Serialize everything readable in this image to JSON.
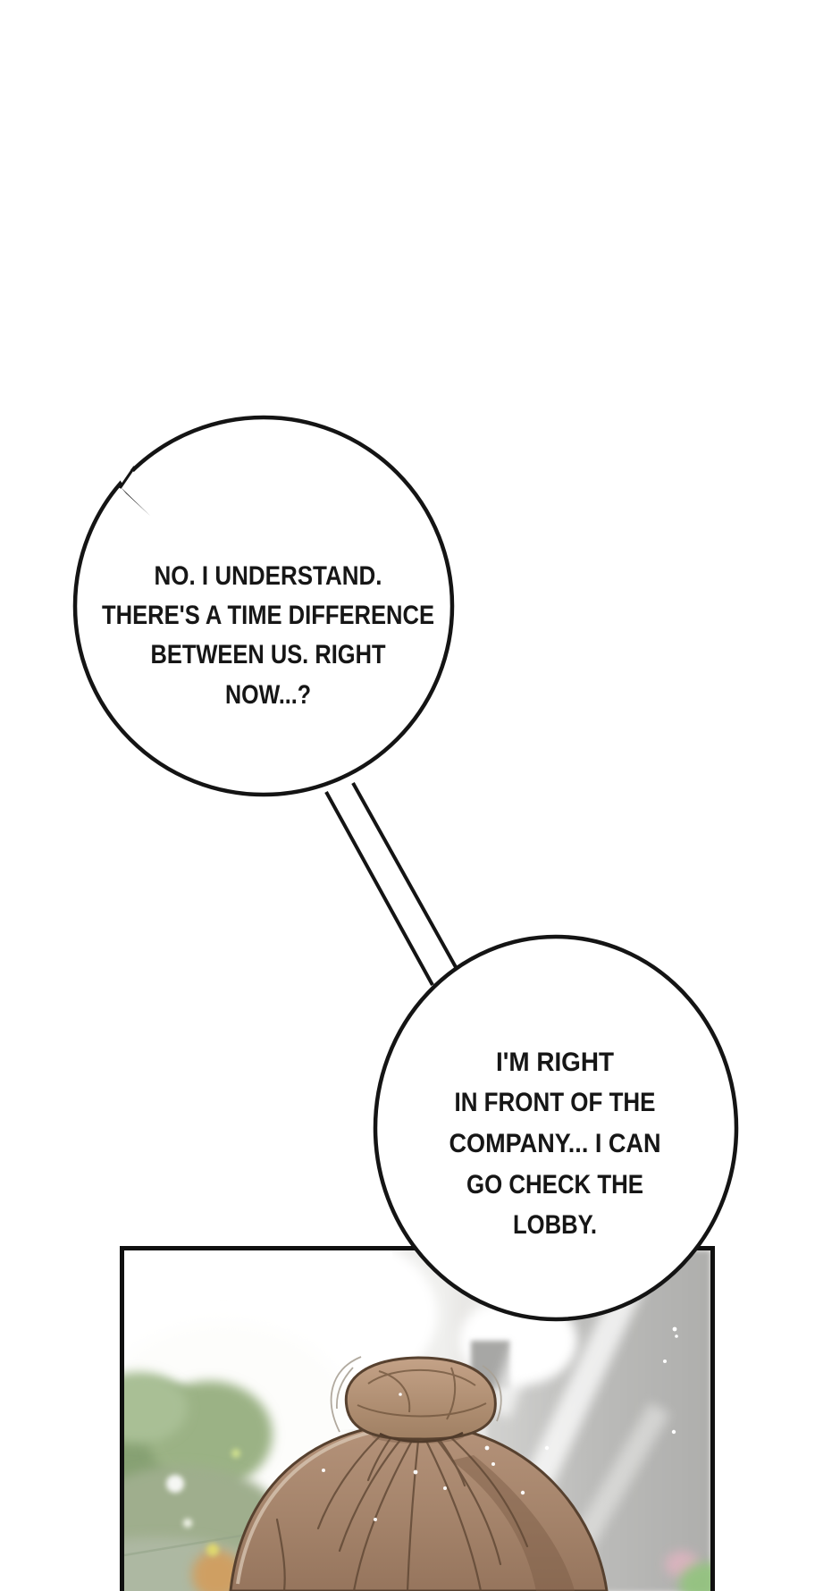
{
  "bubble1": {
    "lines": [
      "NO. I UNDERSTAND.",
      "THERE'S A TIME DIFFERENCE",
      "BETWEEN US. RIGHT",
      "NOW...?"
    ]
  },
  "bubble2": {
    "lines": [
      "I'M RIGHT",
      "IN FRONT OF THE",
      "COMPANY... I CAN",
      "GO CHECK THE",
      "LOBBY."
    ]
  },
  "colors": {
    "ink": "#141414",
    "panel_border": "#101010",
    "hair_base": "#ab8a71",
    "hair_light": "#c2a186",
    "hair_shadow": "#7b5a45",
    "hair_outline": "#55402f",
    "bun": "#bb9b80",
    "tree_green": "#87a173",
    "tree_light": "#b7cba2",
    "building_gray": "#b7b7b5",
    "bokeh_orange": "#d89a52",
    "bokeh_yellow": "#ded76e",
    "bokeh_green": "#93c47e",
    "bokeh_pink": "#dfb4c0"
  }
}
